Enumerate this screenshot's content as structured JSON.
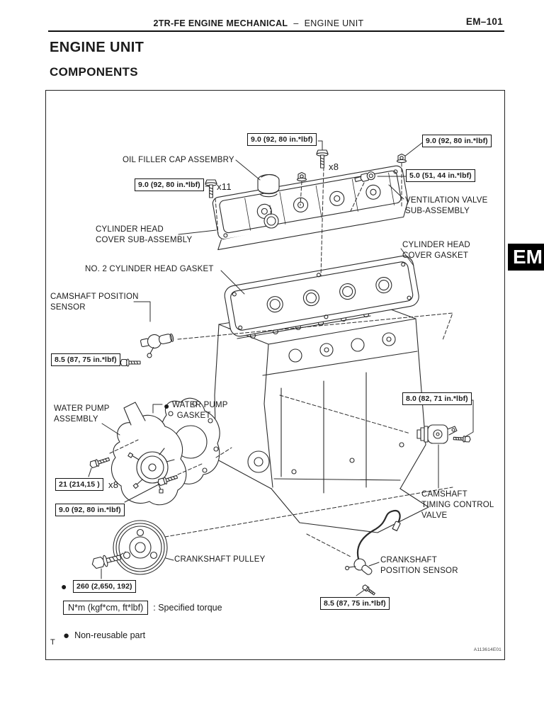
{
  "colors": {
    "ink": "#1b1b1b",
    "paper": "#ffffff",
    "tab_bg": "#000000",
    "tab_fg": "#ffffff"
  },
  "header": {
    "section": "2TR-FE ENGINE MECHANICAL",
    "separator": "–",
    "subsection": "ENGINE UNIT",
    "page_code": "EM–101"
  },
  "titles": {
    "main": "ENGINE UNIT",
    "sub": "COMPONENTS"
  },
  "side_tab": {
    "label": "EM"
  },
  "torque_specs": [
    {
      "label": "9.0 (92, 80 in.*lbf)",
      "multiplier": "x8"
    },
    {
      "label": "9.0 (92, 80 in.*lbf)"
    },
    {
      "label": "5.0 (51, 44 in.*lbf)"
    },
    {
      "label": "9.0 (92, 80 in.*lbf)",
      "multiplier": "x11"
    },
    {
      "label": "8.5 (87, 75 in.*lbf)"
    },
    {
      "label": "8.0 (82, 71 in.*lbf)"
    },
    {
      "label": "21 (214,15 )",
      "multiplier": "x8"
    },
    {
      "label": "9.0 (92, 80 in.*lbf)"
    },
    {
      "label": "260 (2,650, 192)",
      "non_reusable": true
    },
    {
      "label": "8.5 (87, 75 in.*lbf)"
    }
  ],
  "part_labels": {
    "oil_filler_cap": "OIL FILLER CAP ASSEMBRY",
    "ventilation_valve": "VENTILATION VALVE\nSUB-ASSEMBLY",
    "cylinder_head_cover": "CYLINDER HEAD\nCOVER SUB-ASSEMBLY",
    "cylinder_head_cover_gasket": "CYLINDER HEAD\nCOVER GASKET",
    "no2_cylinder_head_gasket": "NO. 2 CYLINDER HEAD GASKET",
    "camshaft_position_sensor": "CAMSHAFT POSITION\nSENSOR",
    "water_pump": "WATER PUMP\nASSEMBLY",
    "water_pump_gasket": "WATER PUMP\n  GASKET",
    "camshaft_timing_control_valve": "CAMSHAFT\nTIMING CONTROL\nVALVE",
    "crankshaft_pulley": "CRANKSHAFT PULLEY",
    "crankshaft_position_sensor": "CRANKSHAFT\nPOSITION SENSOR"
  },
  "legend": {
    "bullet": "●",
    "torque_symbol": "N*m (kgf*cm, ft*lbf)",
    "torque_meaning": ": Specified torque",
    "non_reusable": "Non-reusable part"
  },
  "footer": {
    "corner_mark": "T",
    "figure_code": "A113614E01"
  }
}
